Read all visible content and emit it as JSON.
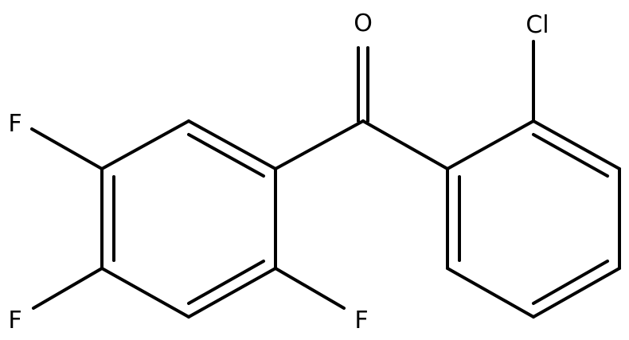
{
  "molecule": {
    "atoms": {
      "oxygen": "O",
      "chlorine": "Cl",
      "fluorine_top_left": "F",
      "fluorine_bottom_left": "F",
      "fluorine_bottom": "F"
    }
  },
  "colors": {
    "bond": "#000000",
    "label": "#000000",
    "background": "#ffffff"
  }
}
